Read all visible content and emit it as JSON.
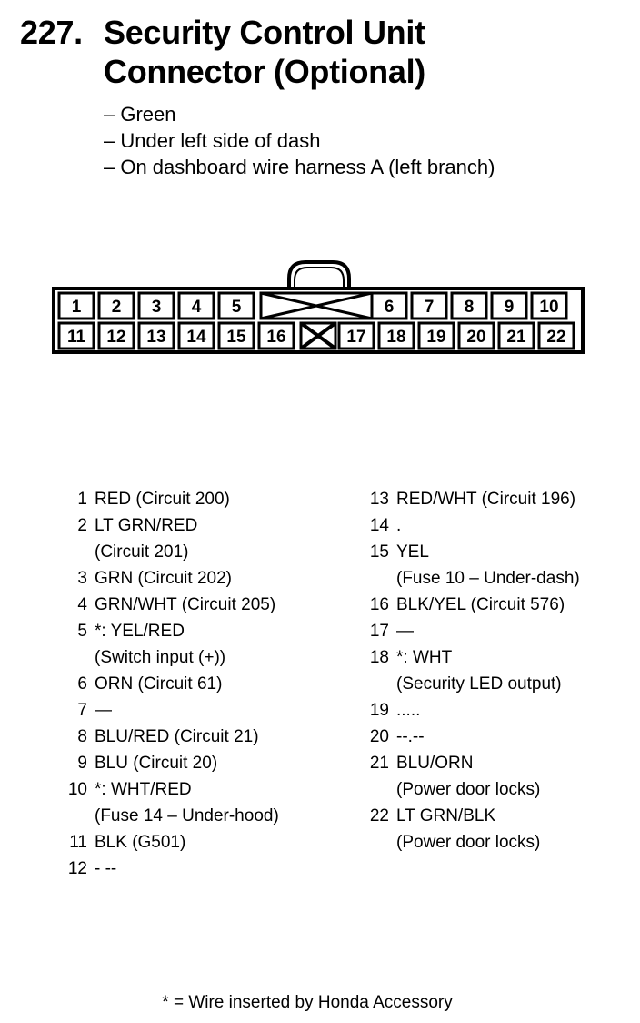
{
  "heading": {
    "number": "227.",
    "title_line1": "Security Control Unit",
    "title_line2": "Connector (Optional)"
  },
  "details": [
    "– Green",
    "– Under left side of dash",
    "– On dashboard wire harness A (left branch)"
  ],
  "connector": {
    "top_row": [
      "1",
      "2",
      "3",
      "4",
      "5",
      "6",
      "7",
      "8",
      "9",
      "10"
    ],
    "bottom_row": [
      "11",
      "12",
      "13",
      "14",
      "15",
      "16",
      "17",
      "18",
      "19",
      "20",
      "21",
      "22"
    ]
  },
  "pins_left": [
    {
      "num": "1",
      "desc": "RED (Circuit 200)"
    },
    {
      "num": "2",
      "desc": "LT GRN/RED"
    },
    {
      "num": "",
      "desc": "(Circuit 201)"
    },
    {
      "num": "3",
      "desc": "GRN (Circuit 202)"
    },
    {
      "num": "4",
      "desc": "GRN/WHT (Circuit 205)"
    },
    {
      "num": "5",
      "desc": "*: YEL/RED"
    },
    {
      "num": "",
      "desc": "(Switch input (+))"
    },
    {
      "num": "6",
      "desc": "ORN (Circuit 61)"
    },
    {
      "num": "7",
      "desc": "—"
    },
    {
      "num": "8",
      "desc": "BLU/RED (Circuit 21)"
    },
    {
      "num": "9",
      "desc": "BLU (Circuit 20)"
    },
    {
      "num": "10",
      "desc": "*: WHT/RED"
    },
    {
      "num": "",
      "desc": "(Fuse 14 – Under-hood)"
    },
    {
      "num": "11",
      "desc": "BLK (G501)"
    },
    {
      "num": "12",
      "desc": "- --"
    }
  ],
  "pins_right": [
    {
      "num": "13",
      "desc": "RED/WHT (Circuit 196)"
    },
    {
      "num": "14",
      "desc": "  ."
    },
    {
      "num": "15",
      "desc": "YEL"
    },
    {
      "num": "",
      "desc": "(Fuse 10 – Under-dash)"
    },
    {
      "num": "16",
      "desc": "BLK/YEL (Circuit 576)"
    },
    {
      "num": "17",
      "desc": "—"
    },
    {
      "num": "18",
      "desc": "*: WHT"
    },
    {
      "num": "",
      "desc": "(Security LED output)"
    },
    {
      "num": "19",
      "desc": "....."
    },
    {
      "num": "20",
      "desc": "--.--"
    },
    {
      "num": "21",
      "desc": "BLU/ORN"
    },
    {
      "num": "",
      "desc": "(Power door locks)"
    },
    {
      "num": "22",
      "desc": "LT GRN/BLK"
    },
    {
      "num": "",
      "desc": "(Power door locks)"
    }
  ],
  "footnote": "* = Wire inserted by Honda Accessory"
}
